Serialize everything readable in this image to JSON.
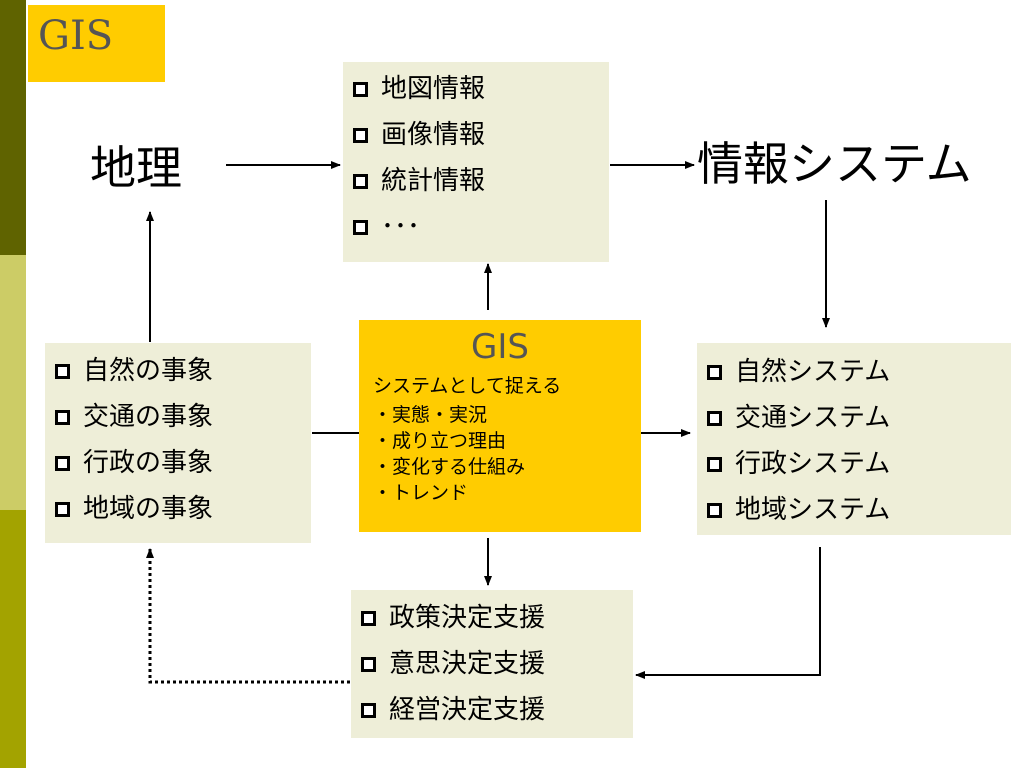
{
  "slide_title": "GIS",
  "top_left_label": "地理",
  "top_right_label": "情報システム",
  "info_box": {
    "items": [
      "地図情報",
      "画像情報",
      "統計情報",
      "･･･"
    ]
  },
  "events_box": {
    "items": [
      "自然の事象",
      "交通の事象",
      "行政の事象",
      "地域の事象"
    ]
  },
  "gis_box": {
    "title": "GIS",
    "subtitle": "システムとして捉える",
    "lines": [
      "・実態・実況",
      "・成り立つ理由",
      "・変化する仕組み",
      "・トレンド"
    ]
  },
  "systems_box": {
    "items": [
      "自然システム",
      "交通システム",
      "行政システム",
      "地域システム"
    ]
  },
  "support_box": {
    "items": [
      "政策決定支援",
      "意思決定支援",
      "経営決定支援"
    ]
  },
  "colors": {
    "accent": "#ffcc00",
    "box_bg": "#eeeed8",
    "sidebar_dark": "#5f6300",
    "sidebar_light": "#cccc66",
    "sidebar_mid": "#a3a300"
  }
}
